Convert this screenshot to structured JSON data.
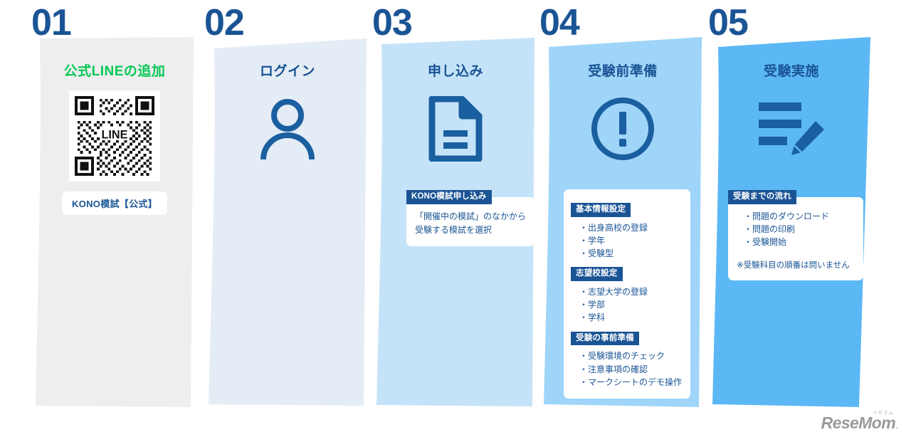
{
  "meta": {
    "brand_name": "ReseMom",
    "brand_ruby": "リセマム",
    "brand_dot": ".",
    "colors": {
      "deep_blue": "#1a5495",
      "line_green": "#06c755",
      "panel_1": "#eeeeee",
      "panel_2": "#e4ecf5",
      "panel_3": "#c5e3f8",
      "panel_4": "#9fd5f8",
      "panel_5": "#5cb8f5",
      "card_white": "#ffffff",
      "logo_gray": "#9a9a9a"
    }
  },
  "steps": [
    {
      "number": "01",
      "title": "公式LINEの追加",
      "icon": "qr-code-icon",
      "qr_label": "LINE",
      "badge": "KONO模試【公式】"
    },
    {
      "number": "02",
      "title": "ログイン",
      "icon": "user-person-icon"
    },
    {
      "number": "03",
      "title": "申し込み",
      "icon": "document-file-icon",
      "card": {
        "header": "KONO模試申し込み",
        "lines": [
          "「開催中の模試」のなかから",
          "受験する模試を選択"
        ]
      }
    },
    {
      "number": "04",
      "title": "受験前準備",
      "icon": "exclamation-circle-icon",
      "card": {
        "groups": [
          {
            "header": "基本情報設定",
            "items": [
              "出身高校の登録",
              "学年",
              "受験型"
            ]
          },
          {
            "header": "志望校設定",
            "items": [
              "志望大学の登録",
              "学部",
              "学科"
            ]
          },
          {
            "header": "受験の事前準備",
            "items": [
              "受験環境のチェック",
              "注意事項の確認",
              "マークシートのデモ操作"
            ]
          }
        ]
      }
    },
    {
      "number": "05",
      "title": "受験実施",
      "icon": "form-pencil-icon",
      "card": {
        "header": "受験までの流れ",
        "items": [
          "問題のダウンロード",
          "問題の印刷",
          "受験開始"
        ],
        "note": "※受験科目の順番は問いません"
      }
    }
  ]
}
